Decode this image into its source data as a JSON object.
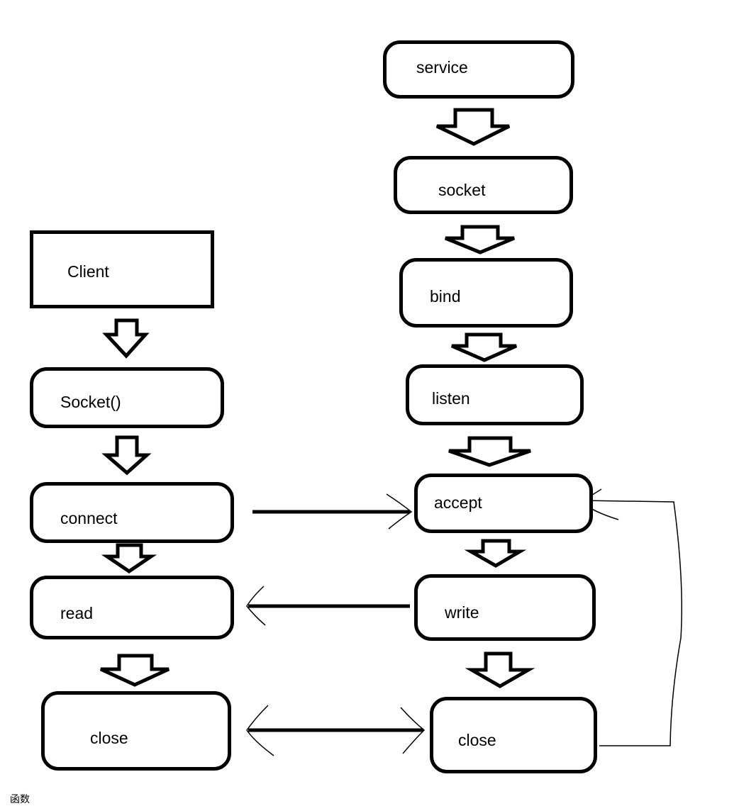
{
  "client": {
    "title": "Client",
    "steps": [
      "Socket()",
      "connect",
      "read",
      "close"
    ]
  },
  "server": {
    "title": "service",
    "steps": [
      "socket",
      "bind",
      "listen",
      "accept",
      "write",
      "close"
    ]
  },
  "footer_text": "函数"
}
